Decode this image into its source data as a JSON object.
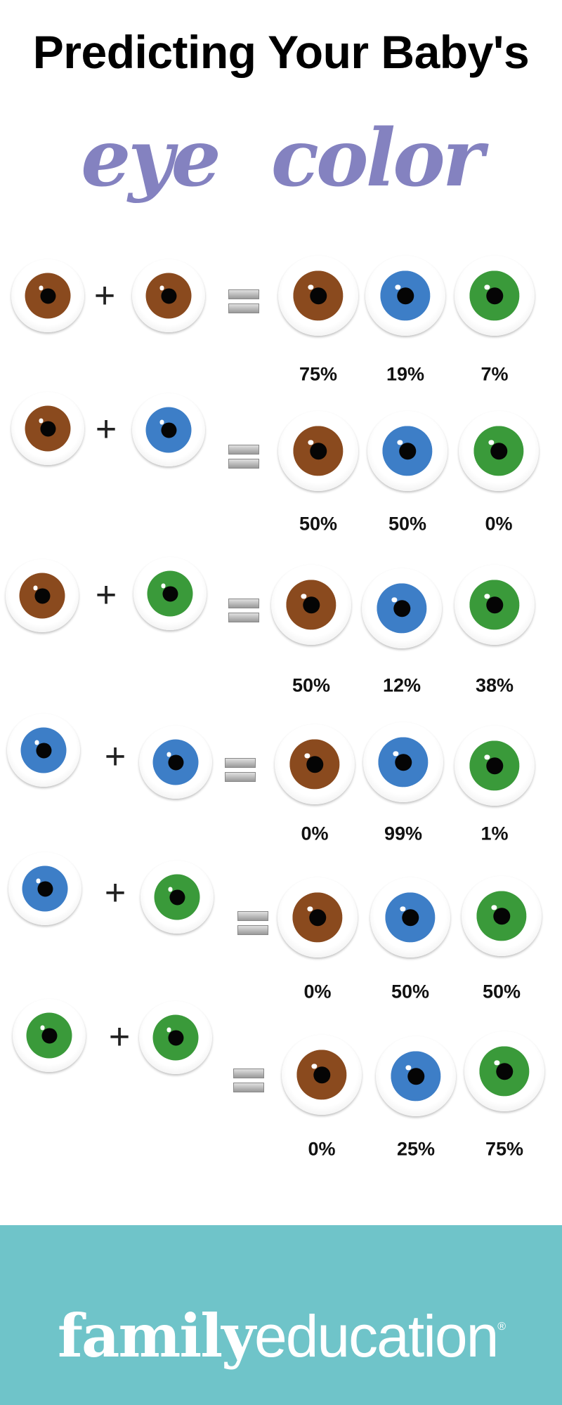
{
  "title": "Predicting Your Baby's",
  "subtitle": "eye color",
  "eye_colors": {
    "brown": "#8a4a1e",
    "blue": "#3d7ec7",
    "green": "#3a9a3a"
  },
  "rows": [
    {
      "parents": [
        "brown",
        "brown"
      ],
      "outcomes": [
        {
          "color": "brown",
          "pct": "75%"
        },
        {
          "color": "blue",
          "pct": "19%"
        },
        {
          "color": "green",
          "pct": "7%"
        }
      ]
    },
    {
      "parents": [
        "brown",
        "blue"
      ],
      "outcomes": [
        {
          "color": "brown",
          "pct": "50%"
        },
        {
          "color": "blue",
          "pct": "50%"
        },
        {
          "color": "green",
          "pct": "0%"
        }
      ]
    },
    {
      "parents": [
        "brown",
        "green"
      ],
      "outcomes": [
        {
          "color": "brown",
          "pct": "50%"
        },
        {
          "color": "blue",
          "pct": "12%"
        },
        {
          "color": "green",
          "pct": "38%"
        }
      ]
    },
    {
      "parents": [
        "blue",
        "blue"
      ],
      "outcomes": [
        {
          "color": "brown",
          "pct": "0%"
        },
        {
          "color": "blue",
          "pct": "99%"
        },
        {
          "color": "green",
          "pct": "1%"
        }
      ]
    },
    {
      "parents": [
        "blue",
        "green"
      ],
      "outcomes": [
        {
          "color": "brown",
          "pct": "0%"
        },
        {
          "color": "blue",
          "pct": "50%"
        },
        {
          "color": "green",
          "pct": "50%"
        }
      ]
    },
    {
      "parents": [
        "green",
        "green"
      ],
      "outcomes": [
        {
          "color": "brown",
          "pct": "0%"
        },
        {
          "color": "blue",
          "pct": "25%"
        },
        {
          "color": "green",
          "pct": "75%"
        }
      ]
    }
  ],
  "plus_symbol": "+",
  "footer": {
    "logo_bold": "family",
    "logo_light": "education",
    "logo_mark": "®",
    "background": "#6fc4c9"
  }
}
